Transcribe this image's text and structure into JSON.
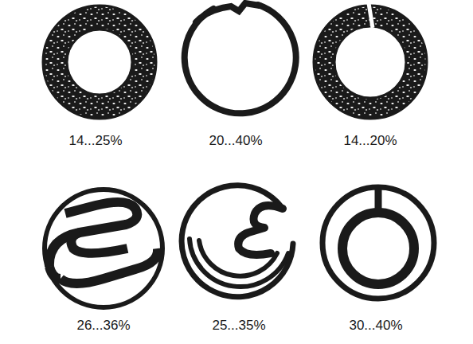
{
  "diagram": {
    "labels": [
      "14...25%",
      "20...40%",
      "14...20%",
      "26...36%",
      "25...35%",
      "30...40%"
    ]
  }
}
